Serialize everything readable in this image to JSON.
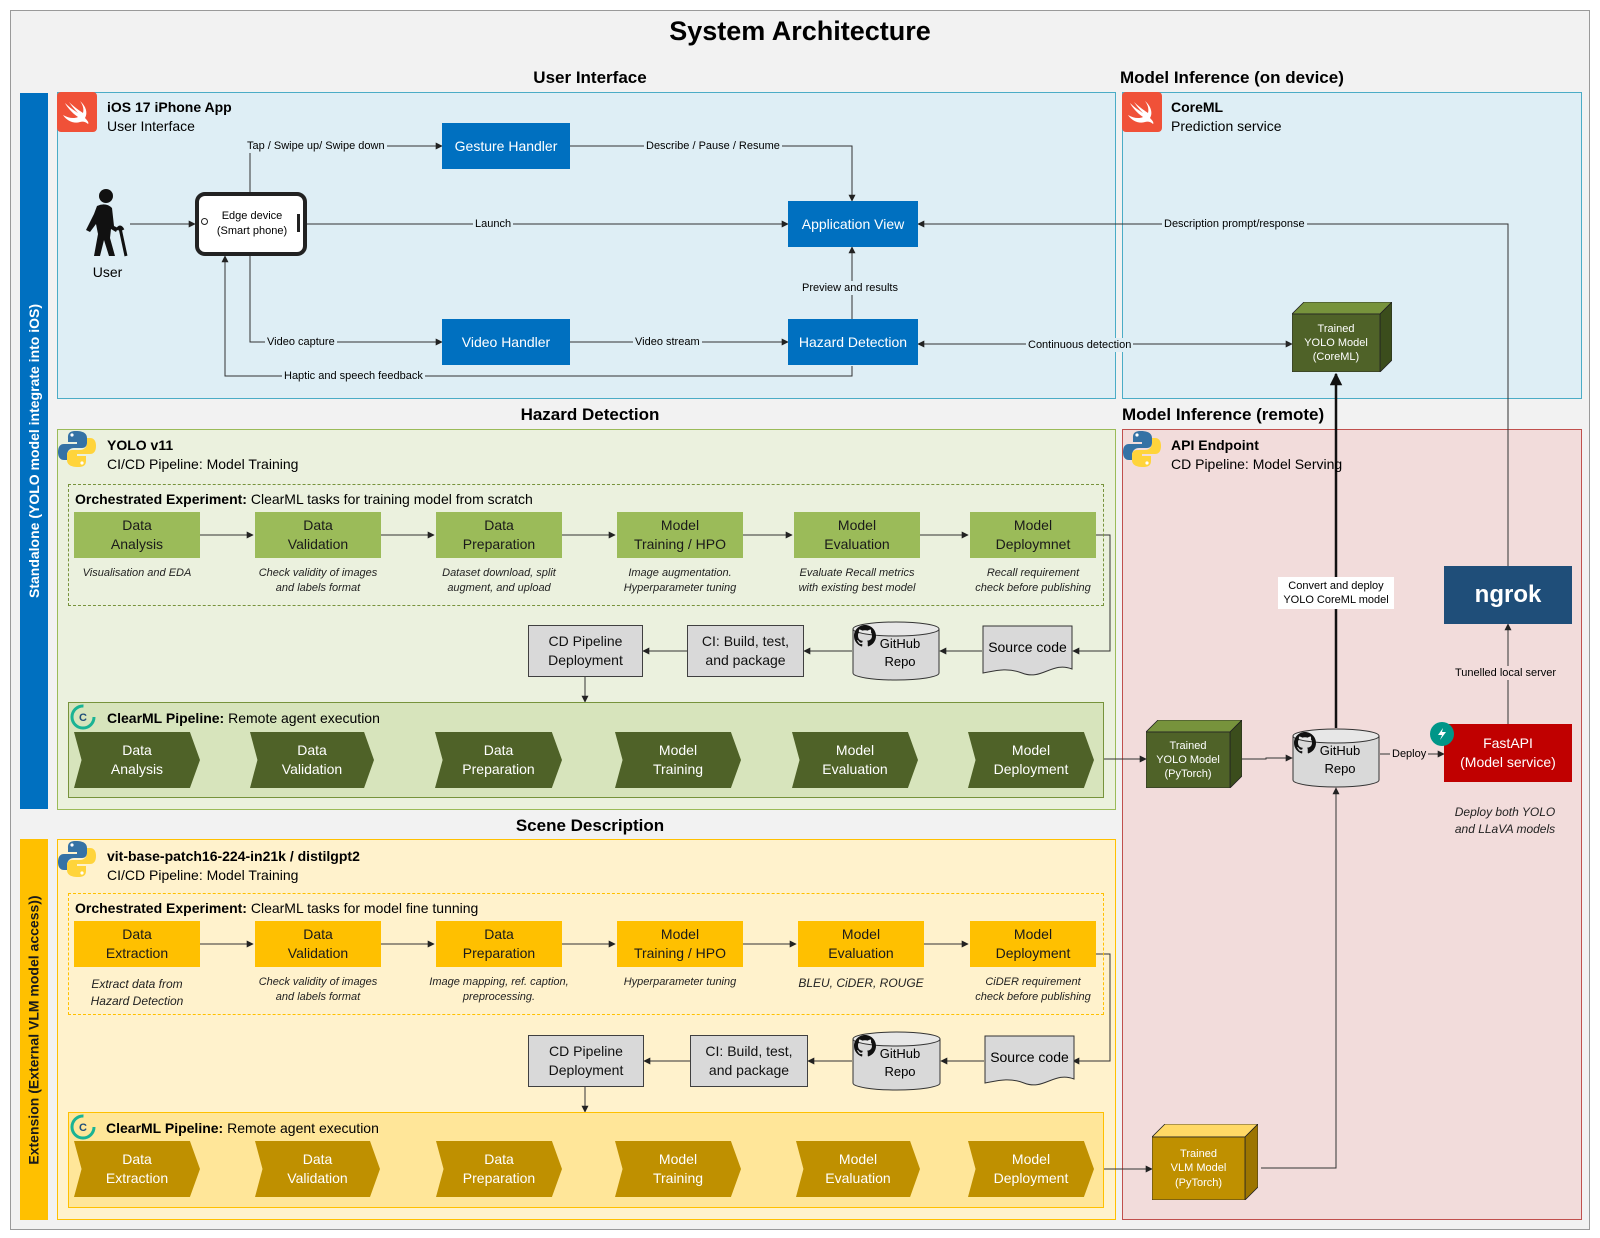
{
  "title": "System Architecture",
  "sections": {
    "user_interface": "User Interface",
    "model_inference_device": "Model Inference (on device)",
    "hazard_detection": "Hazard Detection",
    "model_inference_remote": "Model Inference (remote)",
    "scene_description": "Scene Description"
  },
  "sidebars": {
    "standalone": "Standalone (YOLO model integrate into iOS)",
    "extension": "Extension (External VLM model access))"
  },
  "ios_app": {
    "name": "iOS 17 iPhone App",
    "subtitle": "User Interface",
    "user_label": "User",
    "edge_device": "Edge device\n(Smart phone)",
    "gesture_handler": "Gesture Handler",
    "application_view": "Application View",
    "video_handler": "Video Handler",
    "hazard_detection": "Hazard Detection",
    "edges": {
      "tap": "Tap / Swipe up/ Swipe down",
      "describe": "Describe / Pause / Resume",
      "launch": "Launch",
      "video_capture": "Video capture",
      "video_stream": "Video stream",
      "preview": "Preview and results",
      "haptic": "Haptic and speech feedback",
      "continuous": "Continuous detection",
      "description_prompt": "Description prompt/response"
    }
  },
  "coreml": {
    "name": "CoreML",
    "subtitle": "Prediction service",
    "trained_model": "Trained\nYOLO Model\n(CoreML)"
  },
  "yolo": {
    "name": "YOLO v11",
    "subtitle": "CI/CD Pipeline: Model Training",
    "experiment_bold": "Orchestrated Experiment:",
    "experiment_text": "ClearML tasks for training model from scratch",
    "steps": [
      {
        "label": "Data\nAnalysis",
        "note": "Visualisation and EDA"
      },
      {
        "label": "Data\nValidation",
        "note": "Check validity of images\nand labels format"
      },
      {
        "label": "Data\nPreparation",
        "note": "Dataset download, split\naugment, and upload"
      },
      {
        "label": "Model\nTraining / HPO",
        "note": "Image augmentation.\nHyperparameter tuning"
      },
      {
        "label": "Model\nEvaluation",
        "note": "Evaluate Recall metrics\nwith existing best model"
      },
      {
        "label": "Model\nDeploymnet",
        "note": "Recall requirement\ncheck before publishing"
      }
    ],
    "cd_pipeline": "CD Pipeline\nDeployment",
    "ci": "CI: Build, test,\nand package",
    "github": "GitHub\nRepo",
    "source": "Source code",
    "pipeline_bold": "ClearML Pipeline:",
    "pipeline_text": "Remote agent execution",
    "chevrons": [
      "Data\nAnalysis",
      "Data\nValidation",
      "Data\nPreparation",
      "Model\nTraining",
      "Model\nEvaluation",
      "Model\nDeployment"
    ]
  },
  "vit": {
    "name": "vit-base-patch16-224-in21k / distilgpt2",
    "subtitle": "CI/CD Pipeline: Model Training",
    "experiment_bold": "Orchestrated Experiment:",
    "experiment_text": "ClearML tasks for model fine tunning",
    "steps": [
      {
        "label": "Data\nExtraction",
        "note": "Extract data from\nHazard Detection"
      },
      {
        "label": "Data\nValidation",
        "note": "Check validity of images\nand labels format"
      },
      {
        "label": "Data\nPreparation",
        "note": "Image mapping, ref. caption,\npreprocessing."
      },
      {
        "label": "Model\nTraining / HPO",
        "note": "Hyperparameter tuning"
      },
      {
        "label": "Model\nEvaluation",
        "note": "BLEU, CiDER, ROUGE"
      },
      {
        "label": "Model\nDeployment",
        "note": "CiDER requirement\ncheck before publishing"
      }
    ],
    "cd_pipeline": "CD Pipeline\nDeployment",
    "ci": "CI: Build, test,\nand package",
    "github": "GitHub\nRepo",
    "source": "Source code",
    "pipeline_bold": "ClearML Pipeline:",
    "pipeline_text": "Remote agent execution",
    "chevrons": [
      "Data\nExtraction",
      "Data\nValidation",
      "Data\nPreparation",
      "Model\nTraining",
      "Model\nEvaluation",
      "Model\nDeployment"
    ]
  },
  "remote": {
    "name": "API Endpoint",
    "subtitle": "CD Pipeline: Model Serving",
    "convert": "Convert and deploy\nYOLO CoreML model",
    "ngrok": "ngrok",
    "tunnelled": "Tunelled local server",
    "fastapi": "FastAPI\n(Model service)",
    "deploy": "Deploy",
    "deploy_note": "Deploy both YOLO\nand LLaVA models",
    "trained_yolo": "Trained\nYOLO Model\n(PyTorch)",
    "github": "GitHub\nRepo",
    "trained_vlm": "Trained\nVLM Model\n(PyTorch)"
  },
  "colors": {
    "ui_panel": "#deeef5",
    "hazard_panel": "#ebf1de",
    "scene_panel": "#fff2cc",
    "remote_panel": "#f2dcdb",
    "blue": "#0070c0",
    "ngrok": "#1f4e79",
    "fastapi": "#c00000"
  }
}
